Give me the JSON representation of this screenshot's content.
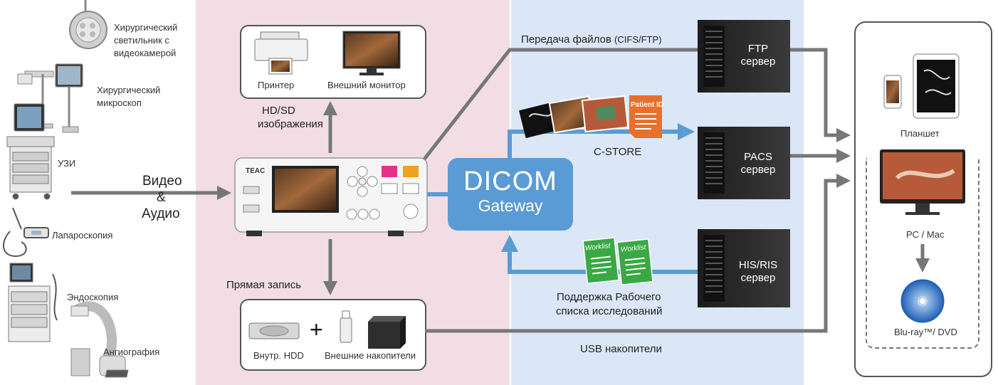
{
  "sources": {
    "surgical_light": "Хирургический светильник с видеокамерой",
    "microscope": "Хирургический микроскоп",
    "ultrasound": "УЗИ",
    "laparoscopy": "Лапароскопия",
    "endoscopy": "Эндоскопия",
    "angiography": "Ангиография"
  },
  "input_label": {
    "line1": "Видео",
    "line2": "&",
    "line3": "Аудио"
  },
  "output_devices": {
    "printer": "Принтер",
    "monitor": "Внешний монитор",
    "hd_sd_line1": "HD/SD",
    "hd_sd_line2": "изображения"
  },
  "recording": {
    "direct": "Прямая запись",
    "internal_hdd": "Внутр. HDD",
    "external_storage": "Внешние накопители",
    "plus": "+"
  },
  "recorder": {
    "brand": "TEAC"
  },
  "dicom": {
    "title": "DICOM",
    "subtitle": "Gateway"
  },
  "network": {
    "file_transfer_main": "Передача файлов",
    "file_transfer_proto": "(CIFS/FTP)",
    "c_store": "C-STORE",
    "patient_id": "Patient ID",
    "worklist_doc": "Worklist",
    "worklist_line1": "Поддержка Рабочего",
    "worklist_line2": "списка исследований",
    "usb": "USB накопители"
  },
  "servers": {
    "ftp_line1": "FTP",
    "ftp_line2": "сервер",
    "pacs_line1": "PACS",
    "pacs_line2": "сервер",
    "his_line1": "HIS/RIS",
    "his_line2": "сервер"
  },
  "clients": {
    "tablet": "Планшет",
    "pc": "PC / Mac",
    "disc": "Blu-ray™/ DVD"
  },
  "colors": {
    "pink_zone": "#f2dde4",
    "blue_zone": "#dbe7f6",
    "dicom_blue": "#5b9bd5",
    "arrow_gray": "#777777",
    "server_dark": "#2b2b2b",
    "worklist_green": "#3aa843",
    "patient_orange": "#e8702a"
  }
}
